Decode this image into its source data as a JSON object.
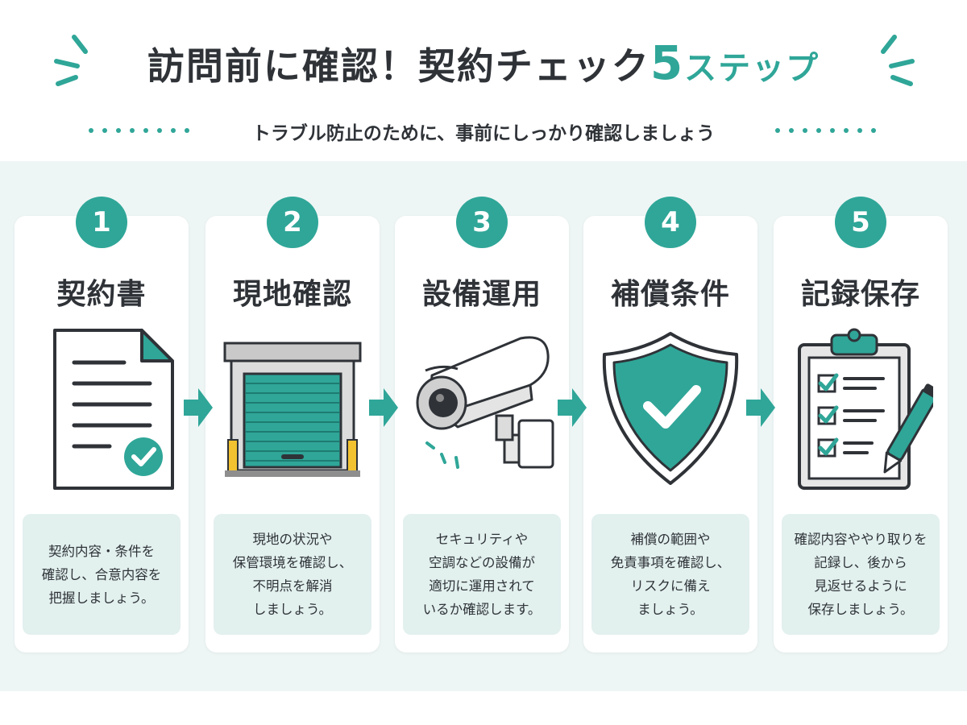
{
  "header": {
    "title_main": "訪問前に確認！契約チェック",
    "title_num": "5",
    "title_suffix": "ステップ",
    "subtitle": "トラブル防止のために、事前にしっかり確認しましょう"
  },
  "colors": {
    "accent": "#2fa698",
    "band_background": "#eef6f5",
    "desc_background": "#e2f0ee",
    "text": "#2f3338",
    "post_yellow": "#f2c230"
  },
  "steps": [
    {
      "number": "1",
      "title": "契約書",
      "icon": "contract-document-icon",
      "desc": [
        "契約内容・条件を",
        "確認し、合意内容を",
        "把握しましょう。"
      ]
    },
    {
      "number": "2",
      "title": "現地確認",
      "icon": "storage-shutter-icon",
      "desc": [
        "現地の状況や",
        "保管環境を確認し、",
        "不明点を解消",
        "しましょう。"
      ]
    },
    {
      "number": "3",
      "title": "設備運用",
      "icon": "security-camera-icon",
      "desc": [
        "セキュリティや",
        "空調などの設備が",
        "適切に運用されて",
        "いるか確認します。"
      ]
    },
    {
      "number": "4",
      "title": "補償条件",
      "icon": "shield-check-icon",
      "desc": [
        "補償の範囲や",
        "免責事項を確認し、",
        "リスクに備え",
        "ましょう。"
      ]
    },
    {
      "number": "5",
      "title": "記録保存",
      "icon": "clipboard-checklist-icon",
      "desc": [
        "確認内容ややり取りを",
        "記録し、後から",
        "見返せるように",
        "保存しましょう。"
      ]
    }
  ],
  "arrows": [
    "arrow-right-icon",
    "arrow-right-icon",
    "arrow-right-icon",
    "arrow-right-icon"
  ]
}
